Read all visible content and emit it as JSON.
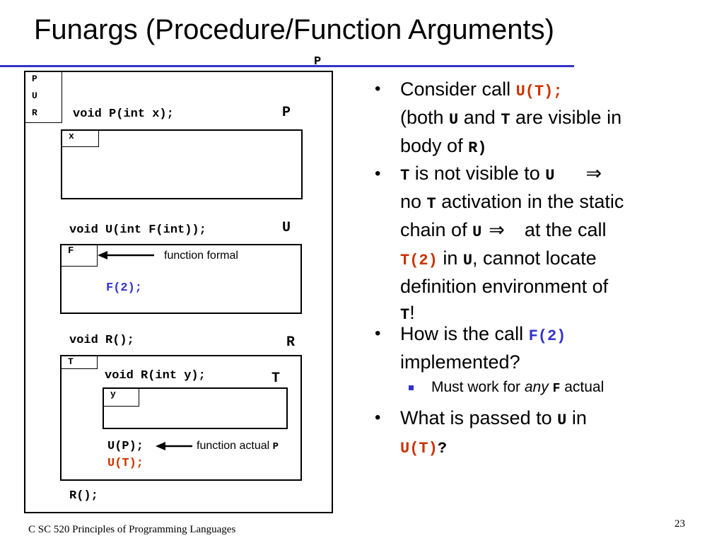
{
  "slide": {
    "title": "Funargs (Procedure/Function Arguments)",
    "footer": "C SC 520 Principles of Programming Languages",
    "page_number": "23"
  },
  "diagram": {
    "top_label": "P",
    "outer_cells": [
      "P",
      "U",
      "R"
    ],
    "p_decl": "void P(int x);",
    "p_label": "P",
    "p_param": "x",
    "u_decl": "void U(int F(int));",
    "u_label": "U",
    "u_param": "F",
    "u_body": "F(2);",
    "function_formal": "function formal",
    "r_decl": "void R();",
    "r_label": "R",
    "r_local": "T",
    "t_decl": "void R(int y);",
    "t_label": "T",
    "t_param": "y",
    "call_up": "U(P);",
    "call_ut": "U(T);",
    "function_actual": "function actual",
    "function_actual_p": "P",
    "call_r": "R();"
  },
  "bullets": {
    "b1": {
      "t1": "Consider call ",
      "c1": "U(T);",
      "t2": "(both ",
      "c2": "U",
      "t3": " and ",
      "c3": "T",
      "t4": " are visible in",
      "t5": "body of ",
      "c4": "R)"
    },
    "b2": {
      "c1": "T",
      "t1": " is not visible to ",
      "c2": "U",
      "arrow1": "⇒",
      "t2": "no ",
      "c3": "T",
      "t3": " activation in the static",
      "t4": "chain of ",
      "c4": "U",
      "arrow2": "⇒",
      "t5": "at the call",
      "c5": "T(2)",
      "t6": " in ",
      "c6": "U",
      "t7": ", cannot locate",
      "t8": "definition environment of",
      "c7": "T",
      "t9": "!"
    },
    "b3": {
      "t1": "How is the call ",
      "c1": "F(2)",
      "t2": "implemented?"
    },
    "sub1": {
      "t1": "Must work for ",
      "t2": "any",
      "c1": "F",
      "t3": " actual"
    },
    "b4": {
      "t1": "What is passed to ",
      "c1": "U",
      "t2": " in",
      "c2": "U(T)",
      "c3": "?"
    }
  },
  "colors": {
    "rule": "#3333cc",
    "blue_code": "#3333cc",
    "red_code": "#cc3300"
  }
}
